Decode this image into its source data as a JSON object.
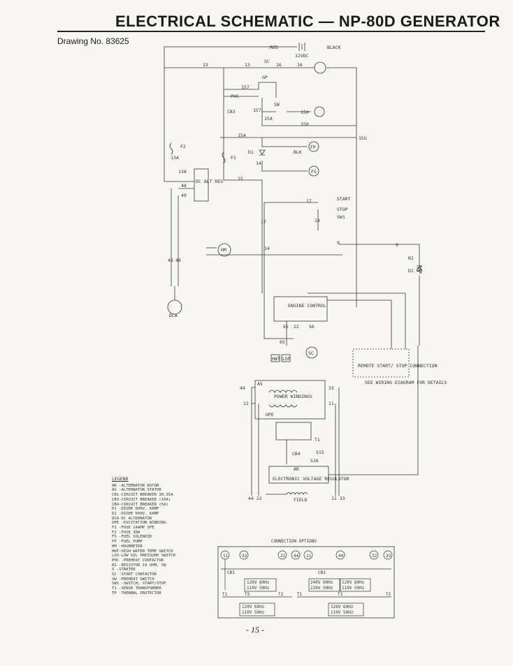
{
  "page": {
    "title": "ELECTRICAL SCHEMATIC — NP-80D GENERATOR",
    "drawing_no": "Drawing No. 83625",
    "page_number": "- 15 -"
  },
  "schematic": {
    "wire_labels": {
      "red": "RED",
      "black": "BLACK",
      "vdc": "12VDC",
      "sc_top": "SC",
      "w13": "13",
      "w16": "16",
      "gp": "GP",
      "w157": "157",
      "phc": "PHC",
      "sw": "SW",
      "cb3": "CB3",
      "w150": "150",
      "w15a": "15A",
      "w15g": "15G",
      "f2": "F2",
      "f1": "F1",
      "d1": "D1",
      "blk": "BLK",
      "fp": "FP",
      "fs": "FS",
      "w14": "14",
      "w15": "15",
      "w13a": "13A",
      "w48": "48",
      "w49": "49",
      "dc_alt_reg": "DC ALT REG",
      "start": "START",
      "stop": "STOP",
      "sw1": "SW1",
      "w17": "17",
      "w18": "18",
      "hm": "HM",
      "w9": "9",
      "r2": "R2",
      "d2": "D2",
      "dca": "DCA",
      "engine_control": "ENGINE CONTROL",
      "w65": "65",
      "w22": "22",
      "w56": "56",
      "hwt": "HWT",
      "lop": "LOP",
      "sc_mid": "SC",
      "remote_start": "REMOTE START/ STOP CONNECTION",
      "see_wiring": "SEE WIRING DIAGRAM FOR DETAILS",
      "as": "AS",
      "power_windings": "POWER WINDINGS",
      "ope": "OPE",
      "w44": "44",
      "w33": "33",
      "w11": "11",
      "t1": "T1",
      "cb4": "CB4",
      "s15": "S15",
      "s16": "S16",
      "ar": "AR",
      "electronic_vr": "ELECTRONIC VOLTAGE REGULATOR",
      "field": "FIELD",
      "w1133": "11 33",
      "w4422": "44 22"
    },
    "connection_options": {
      "title": "CONNECTION OPTIONS",
      "terminals": [
        "11",
        "33",
        "22",
        "44",
        "11",
        "44",
        "22",
        "33"
      ],
      "cb1": "CB1",
      "t1": "T1",
      "t3": "T3",
      "t2": "T2",
      "box_a": [
        "120V 60Hz",
        "110V 50Hz"
      ],
      "box_b": [
        "240V 60Hz",
        "220V 50Hz"
      ],
      "box_c": [
        "120V 60Hz",
        "110V 50Hz"
      ],
      "bottom_a": [
        "120V 60Hz",
        "110V 50Hz"
      ],
      "bottom_b": [
        "120V 60Hz",
        "110V 50Hz"
      ]
    }
  },
  "legend": {
    "heading": "LEGEND",
    "items": [
      "AR  -ALTERNATOR ROTOR",
      "AS  -ALTERNATOR STATOR",
      "CB1-CIRCUIT BREAKER 30,35A",
      "CB3-CIRCUIT BREAKER (10A)",
      "CB4-CIRCUIT BREAKER (5A)",
      "D1  -DIODE 600V, 6AMP",
      "D2  -DIODE 600V, 6AMP",
      "DCA-DC ALTERNATOR",
      "OPE -EXCITATION WINDING",
      "F1  -FUSE 14AMP SFE",
      "F2  -FUSE 30A",
      "FS  -FUEL SOLENOID",
      "FP  -FUEL PUMP",
      "HM  -HOURMETER",
      "HWT-HIGH WATER TEMP SWITCH",
      "LOS-LOW OIL PRESSURE SWITCH",
      "PHC -PREHEAT CONTACTOR",
      "R2  -RESISTOR 10 OHM, 5W",
      "S   -STARTER",
      "SC  -START CONTACTOR",
      "SW  -PREHEAT SWITCH",
      "SW1 -SWITCH, START/STOP",
      "T1  -SENSE TRANSFORMER",
      "TP  -THERMAL PROTECTOR"
    ]
  }
}
